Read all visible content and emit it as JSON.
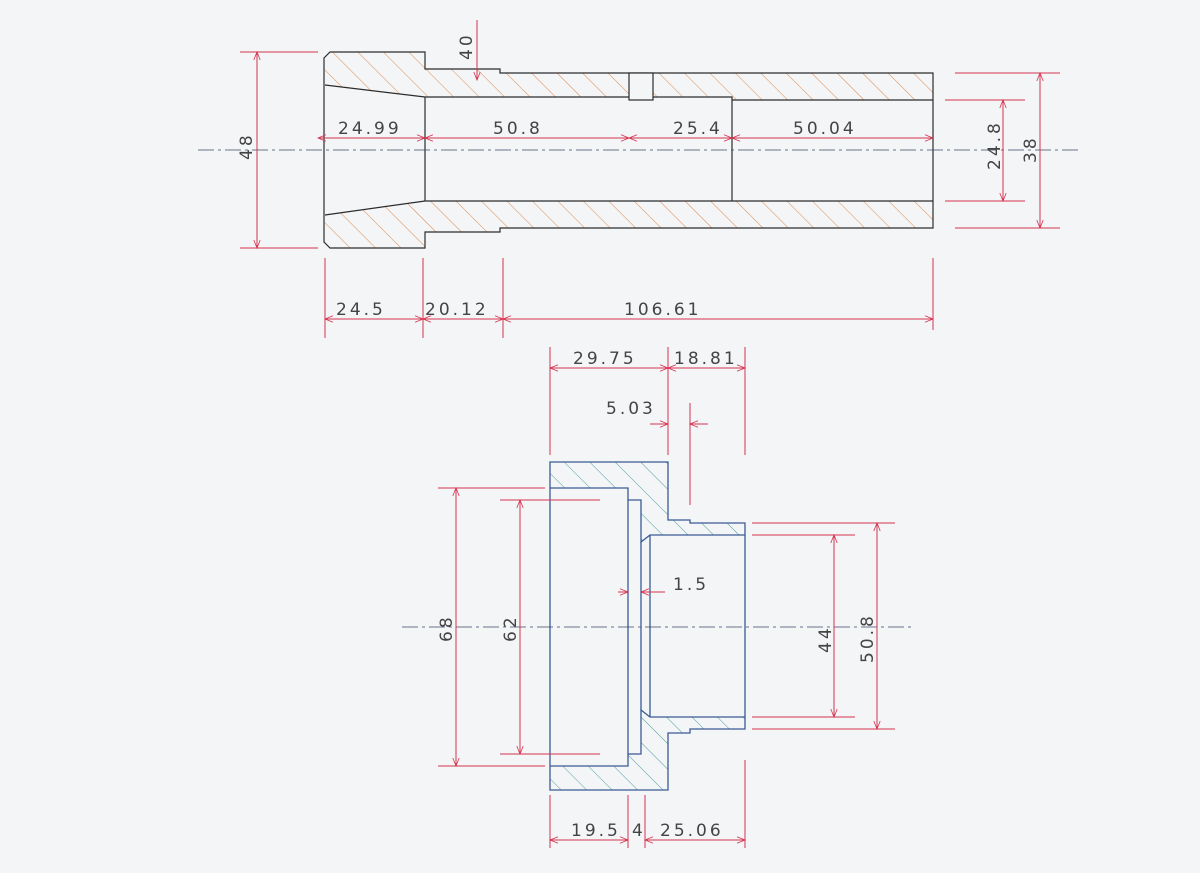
{
  "top_part": {
    "dims": {
      "d40": "40",
      "d48": "48",
      "d24_99": "24.99",
      "d50_8": "50.8",
      "d25_4": "25.4",
      "d50_04": "50.04",
      "d24_8": "24.8",
      "d38": "38",
      "d24_5": "24.5",
      "d20_12": "20.12",
      "d106_61": "106.61"
    },
    "hatch_color": "#e0894b"
  },
  "bottom_part": {
    "dims": {
      "d29_75": "29.75",
      "d18_81": "18.81",
      "d5_03": "5.03",
      "d1_5": "1.5",
      "d68": "68",
      "d62": "62",
      "d44": "44",
      "d50_8": "50.8",
      "d19_5": "19.5",
      "d4": "4",
      "d25_06": "25.06"
    },
    "hatch_color": "#4fa0a4"
  },
  "colors": {
    "dimension": "#d6334e",
    "outline_top": "#2c2c2c",
    "outline_bottom": "#3b5b95"
  }
}
